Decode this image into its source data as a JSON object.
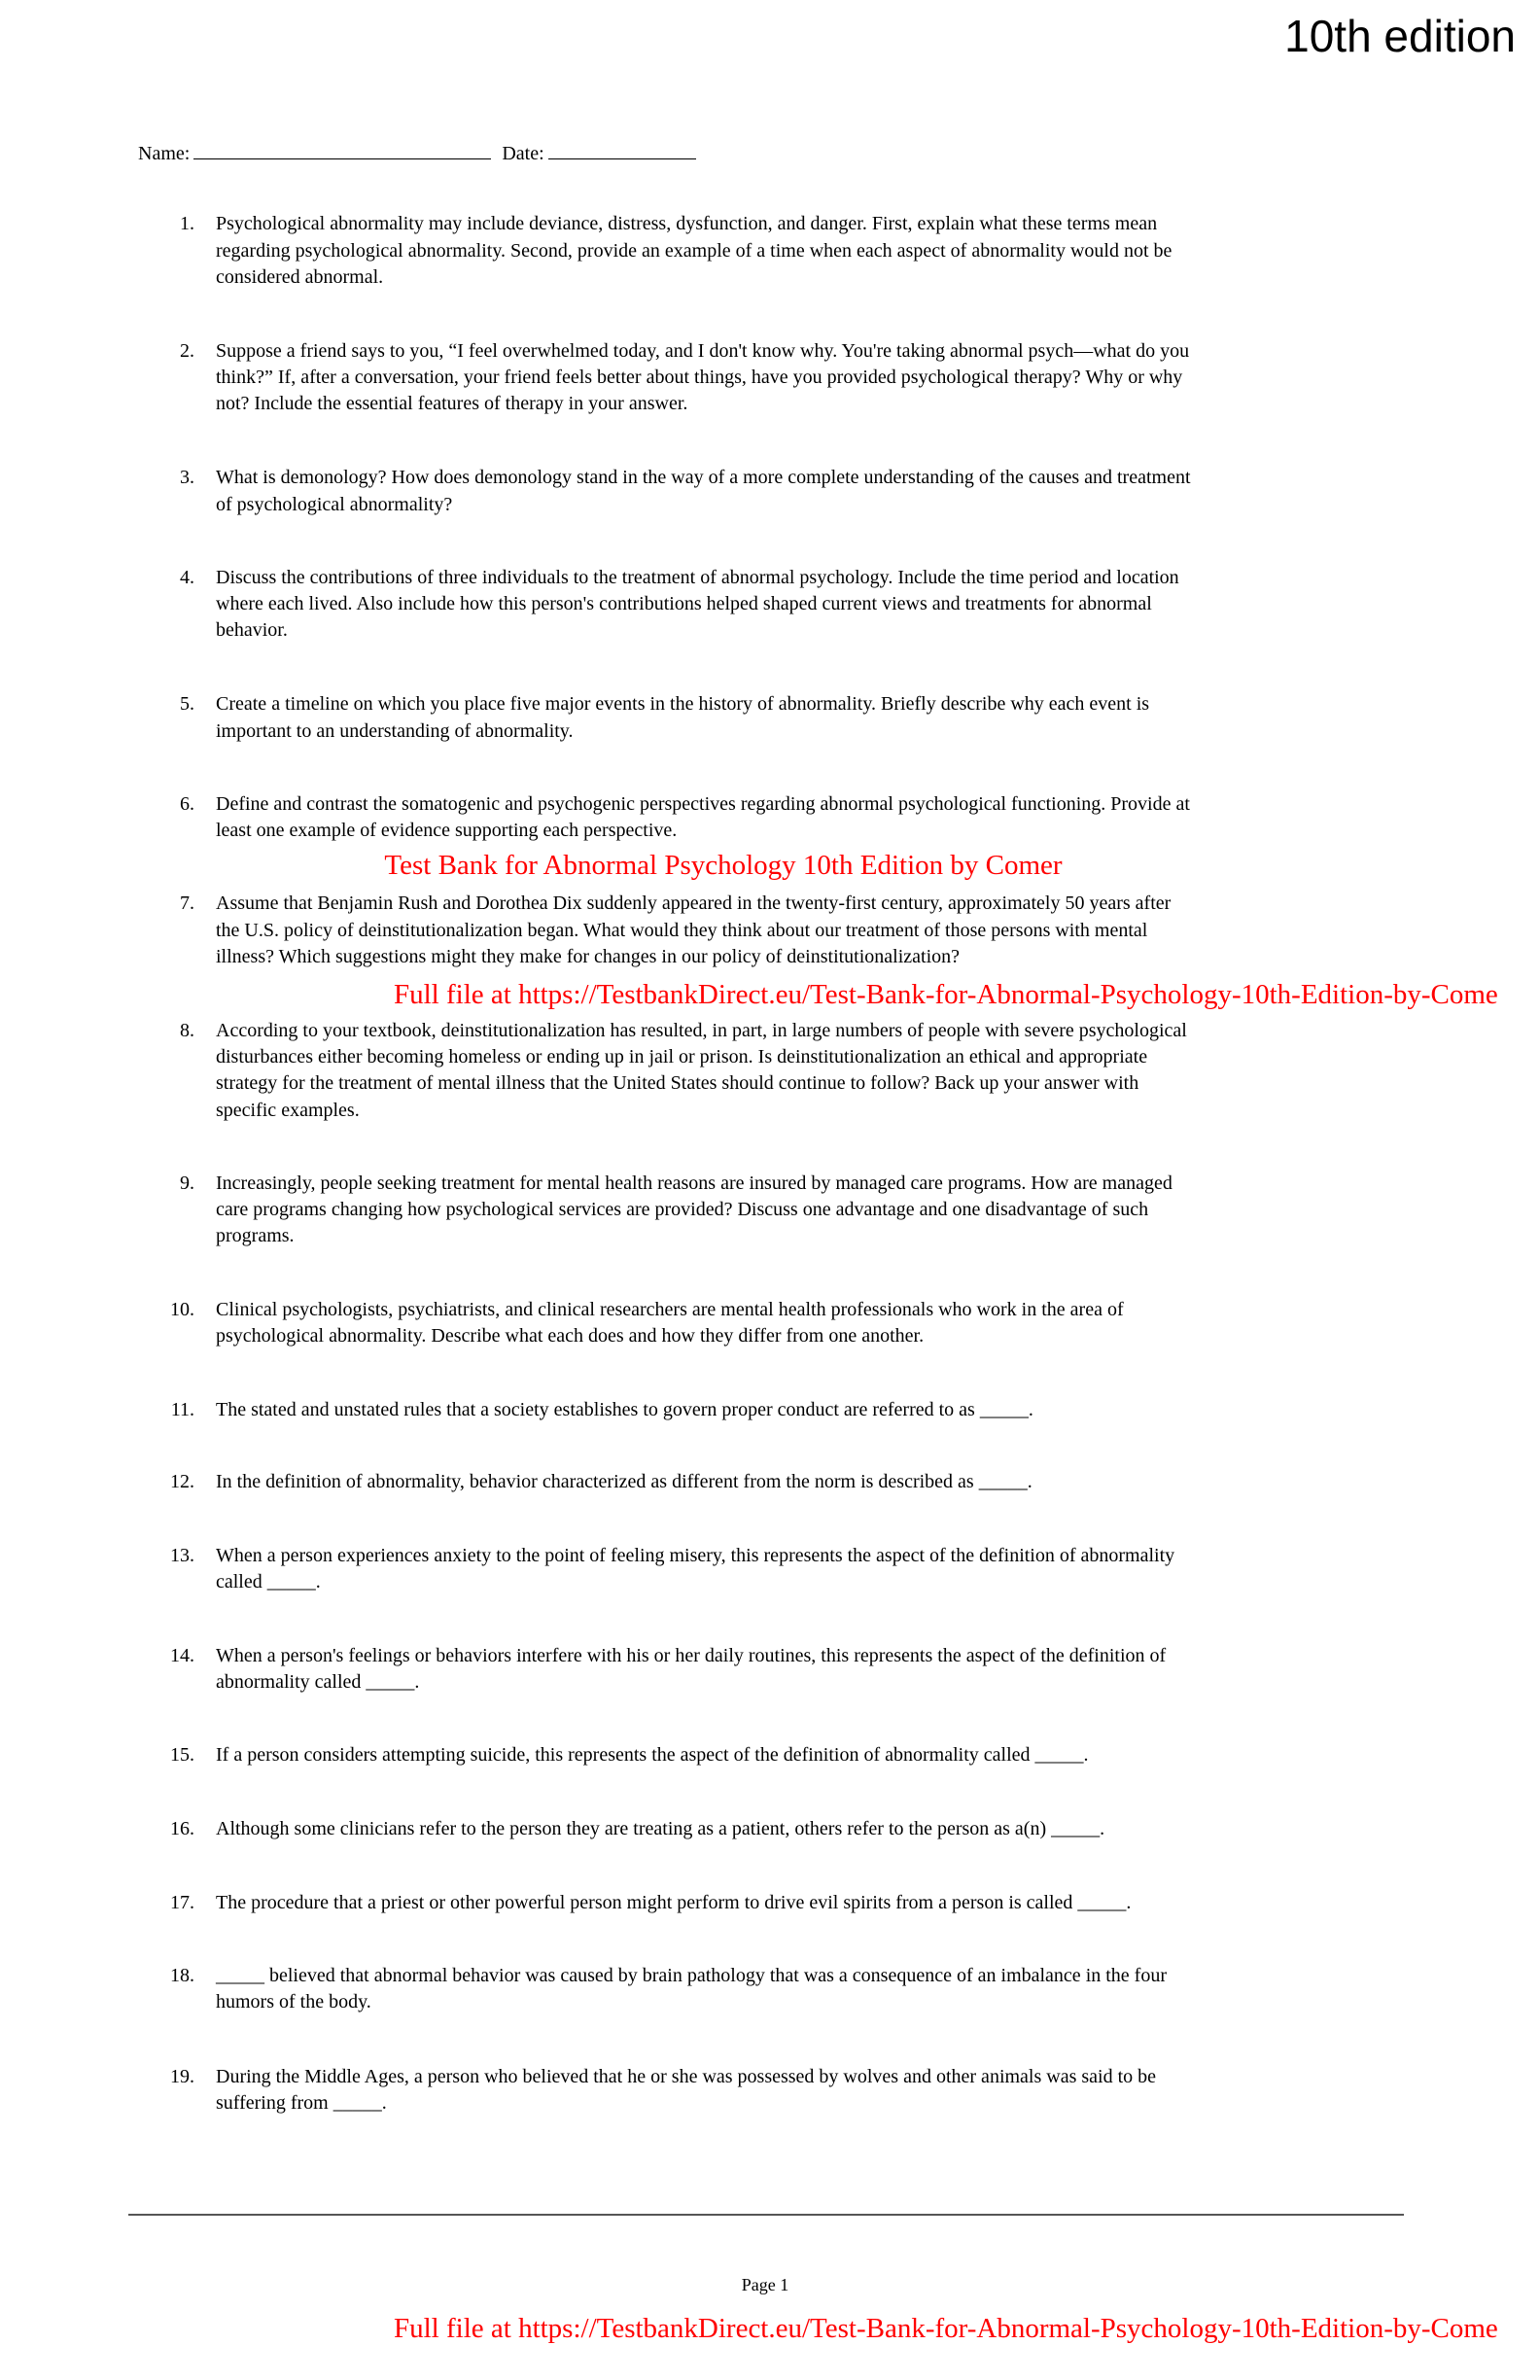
{
  "header": {
    "edition": "10th edition"
  },
  "form": {
    "name_label": "Name:",
    "date_label": "Date:"
  },
  "questions": [
    {
      "num": "1.",
      "lines": [
        "Psychological abnormality may include deviance, distress, dysfunction, and danger. First, explain what these terms mean",
        "regarding psychological abnormality. Second, provide an example of a time when each aspect of abnormality would not be",
        "considered abnormal."
      ]
    },
    {
      "num": "2.",
      "lines": [
        "Suppose a friend says to you, “I feel overwhelmed today, and I don't know why. You're taking abnormal psych—what do you",
        "think?” If, after a conversation, your friend feels better about things, have you provided psychological therapy? Why or why",
        "not? Include the essential features of therapy in your answer."
      ]
    },
    {
      "num": "3.",
      "lines": [
        "What is demonology? How does demonology stand in the way of a more complete understanding of the causes and treatment",
        "of psychological abnormality?"
      ]
    },
    {
      "num": "4.",
      "lines": [
        "Discuss the contributions of three individuals to the treatment of abnormal psychology. Include the time period and location",
        "where each lived. Also include how this person's contributions helped shaped current views and treatments for abnormal",
        "behavior."
      ]
    },
    {
      "num": "5.",
      "lines": [
        "Create a timeline on which you place five major events in the history of abnormality. Briefly describe why each event is",
        "important to an understanding of abnormality."
      ]
    },
    {
      "num": "6.",
      "lines": [
        "Define and contrast the somatogenic and psychogenic perspectives regarding abnormal psychological functioning. Provide at",
        "least one example of evidence supporting each perspective."
      ]
    },
    {
      "num": "7.",
      "lines": [
        "Assume that Benjamin Rush and Dorothea Dix suddenly appeared in the twenty-first century, approximately 50 years after",
        "the U.S. policy of deinstitutionalization began. What would they think about our treatment of those persons with mental",
        "illness? Which suggestions might they make for changes in our policy of deinstitutionalization?"
      ]
    },
    {
      "num": "8.",
      "lines": [
        "According to your textbook, deinstitutionalization has resulted, in part, in large numbers of people with severe psychological",
        "disturbances either becoming homeless or ending up in jail or prison. Is deinstitutionalization an ethical and appropriate",
        "strategy for the treatment of mental illness that the United States should continue to follow? Back up your answer with",
        "specific examples."
      ]
    },
    {
      "num": "9.",
      "lines": [
        "Increasingly, people seeking treatment for mental health reasons are insured by managed care programs. How are managed",
        "care programs changing how psychological services are provided? Discuss one advantage and one disadvantage of such",
        "programs."
      ]
    },
    {
      "num": "10.",
      "lines": [
        "Clinical psychologists, psychiatrists, and clinical researchers are mental health professionals who work in the area of",
        "psychological abnormality. Describe what each does and how they differ from one another."
      ]
    },
    {
      "num": "11.",
      "lines": [
        "The stated and unstated rules that a society establishes to govern proper conduct are referred to as _____."
      ]
    },
    {
      "num": "12.",
      "lines": [
        "In the definition of abnormality, behavior characterized as different from the norm is described as _____."
      ]
    },
    {
      "num": "13.",
      "lines": [
        "When a person experiences anxiety to the point of feeling misery, this represents the aspect of the definition of abnormality",
        "called _____."
      ]
    },
    {
      "num": "14.",
      "lines": [
        "When a person's feelings or behaviors interfere with his or her daily routines, this represents the aspect of the definition of",
        "abnormality called _____."
      ]
    },
    {
      "num": "15.",
      "lines": [
        "If a person considers attempting suicide, this represents the aspect of the definition of abnormality called _____."
      ]
    },
    {
      "num": "16.",
      "lines": [
        "Although some clinicians refer to the person they are treating as a patient, others refer to the person as a(n) _____."
      ]
    },
    {
      "num": "17.",
      "lines": [
        "The procedure that a priest or other powerful person might perform to drive evil spirits from a person is called _____."
      ]
    },
    {
      "num": "18.",
      "lines": [
        "_____ believed that abnormal behavior was caused by brain pathology that was a consequence of an imbalance in the four",
        "humors of the body."
      ]
    },
    {
      "num": "19.",
      "lines": [
        "During the Middle Ages, a person who believed that he or she was possessed by wolves and other animals was said to be",
        "suffering from _____."
      ]
    }
  ],
  "watermarks": {
    "title": "Test Bank for Abnormal Psychology 10th Edition by Comer",
    "link_mid": "Full file at https://TestbankDirect.eu/Test-Bank-for-Abnormal-Psychology-10th-Edition-by-Come",
    "link_bottom": "Full file at https://TestbankDirect.eu/Test-Bank-for-Abnormal-Psychology-10th-Edition-by-Come"
  },
  "footer": {
    "page": "Page  1"
  },
  "colors": {
    "watermark": "#ff0000",
    "text": "#000000"
  }
}
